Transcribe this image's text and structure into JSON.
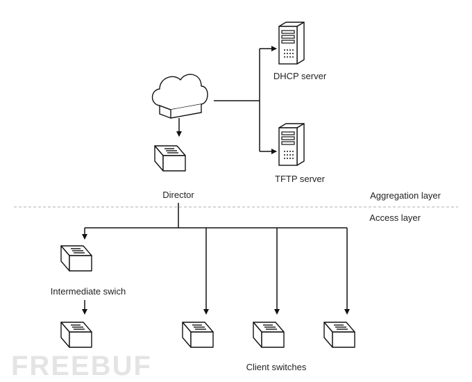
{
  "labels": {
    "dhcp": "DHCP server",
    "tftp": "TFTP server",
    "director": "Director",
    "aggregation_layer": "Aggregation layer",
    "access_layer": "Access layer",
    "intermediate": "Intermediate swich",
    "client_switches": "Client switches"
  },
  "icons": {
    "cloud": "cloud-icon",
    "server": "server-icon",
    "switch": "switch-icon"
  },
  "colors": {
    "line": "#111111",
    "divider": "#bdbdbd",
    "icon_stroke": "#111111",
    "icon_fill": "#ffffff",
    "watermark": "#e4e4e4"
  },
  "watermark": "FREEBUF"
}
